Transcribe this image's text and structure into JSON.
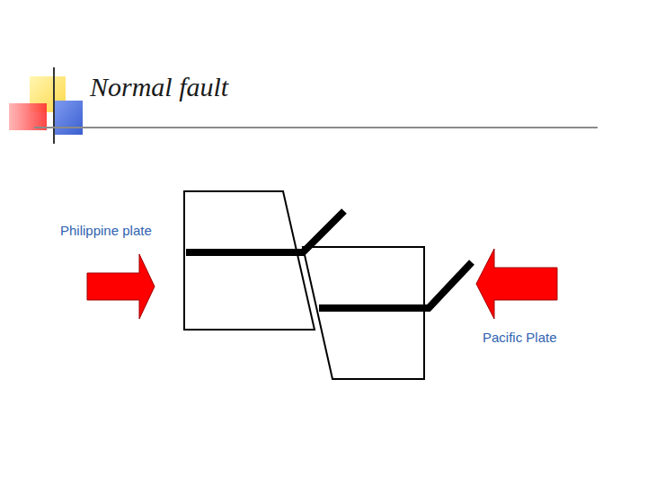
{
  "diagram": {
    "title": "Normal fault",
    "labels": [
      "Philippine plate",
      "Pacific Plate"
    ]
  }
}
